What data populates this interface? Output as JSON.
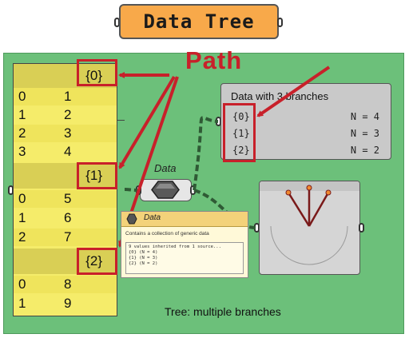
{
  "title_node": {
    "label": "Data Tree"
  },
  "annotation": {
    "path_label": "Path"
  },
  "tree_panel": {
    "branches": [
      {
        "path": "{0}",
        "items": [
          {
            "index": "0",
            "value": "1"
          },
          {
            "index": "1",
            "value": "2"
          },
          {
            "index": "2",
            "value": "3"
          },
          {
            "index": "3",
            "value": "4"
          }
        ]
      },
      {
        "path": "{1}",
        "items": [
          {
            "index": "0",
            "value": "5"
          },
          {
            "index": "1",
            "value": "6"
          },
          {
            "index": "2",
            "value": "7"
          }
        ]
      },
      {
        "path": "{2}",
        "items": [
          {
            "index": "0",
            "value": "8"
          },
          {
            "index": "1",
            "value": "9"
          }
        ]
      }
    ]
  },
  "data_param": {
    "label": "Data"
  },
  "branch_panel": {
    "title": "Data with 3 branches",
    "rows": [
      {
        "path": "{0}",
        "count": "N = 4"
      },
      {
        "path": "{1}",
        "count": "N = 3"
      },
      {
        "path": "{2}",
        "count": "N = 2"
      }
    ]
  },
  "tooltip": {
    "title": "Data",
    "description": "Contains a collection of generic data",
    "summary": "9 values inherited from 1 source...",
    "lines": [
      "{0} (N = 4)",
      "{1} (N = 3)",
      "{2} (N = 2)"
    ]
  },
  "caption": "Tree: multiple branches",
  "colors": {
    "canvas": "#6cc07a",
    "panel": "#f5ec6a",
    "highlight": "#c8202a",
    "title_node": "#f8a94a"
  }
}
